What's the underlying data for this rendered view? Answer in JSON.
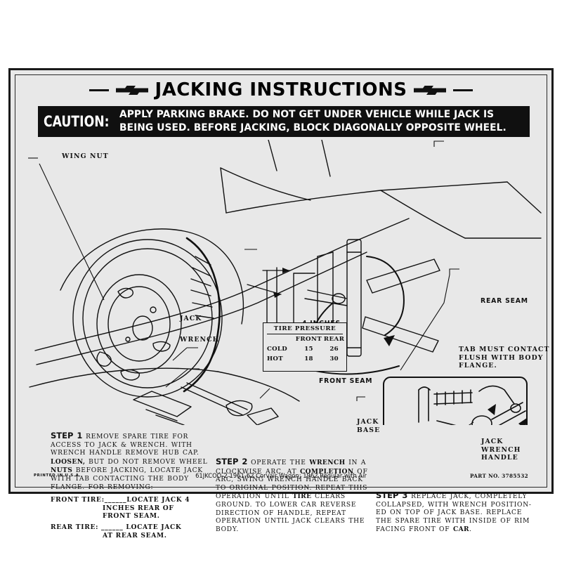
{
  "label": {
    "title": "JACKING INSTRUCTIONS",
    "logo_icon": "chevrolet-bowtie-icon",
    "caution": {
      "word": "CAUTION:",
      "line1": "APPLY PARKING BRAKE. DO NOT GET UNDER  VEHICLE WHILE JACK IS",
      "line2": "BEING USED. BEFORE JACKING, BLOCK DIAGONALLY OPPOSITE WHEEL."
    },
    "callouts": {
      "wing_nut": "WING NUT",
      "jack": "JACK",
      "wrench": "WRENCH",
      "four_inches": "4 INCHES",
      "front_seam": "FRONT SEAM",
      "rear_seam": "REAR SEAM",
      "tab_flush_l1": "TAB MUST CONTACT",
      "tab_flush_l2": "FLUSH WITH BODY",
      "tab_flush_l3": "FLANGE.",
      "jack_base_l1": "JACK",
      "jack_base_l2": "BASE",
      "jack_wrench_l1": "JACK",
      "jack_wrench_l2": "WRENCH",
      "jack_wrench_l3": "HANDLE"
    },
    "tire_pressure": {
      "title": "TIRE PRESSURE",
      "columns": [
        "",
        "FRONT",
        "REAR"
      ],
      "rows": [
        {
          "label": "COLD",
          "front": "15",
          "rear": "26"
        },
        {
          "label": "HOT",
          "front": "18",
          "rear": "30"
        }
      ]
    },
    "steps": {
      "step1": {
        "num": "STEP 1",
        "l1": "REMOVE SPARE TIRE FOR",
        "l2": "ACCESS TO JACK & WRENCH. WITH",
        "l3": "WRENCH HANDLE REMOVE HUB CAP.",
        "l4a": "LOOSEN,",
        "l4b": " BUT DO NOT REMOVE WHEEL",
        "l5a": "NUTS",
        "l5b": " BEFORE JACKING, LOCATE JACK",
        "l6": "WITH TAB CONTACTING THE BODY",
        "l7": "FLANGE.  FOR REMOVING:",
        "front_label": "FRONT TIRE:______",
        "front_v1": "LOCATE JACK 4",
        "front_v2": "INCHES REAR OF",
        "front_v3": "FRONT SEAM.",
        "rear_label": "REAR TIRE: ______",
        "rear_v1": "LOCATE JACK",
        "rear_v2": "AT REAR SEAM."
      },
      "step2": {
        "num": "STEP 2",
        "l1a": "OPERATE THE ",
        "l1b": "WRENCH",
        "l1c": " IN A",
        "l2a": "CLOCKWISE ARC, AT ",
        "l2b": "COMPLETION",
        "l2c": " OF",
        "l3": "ARC, SWING WRENCH HANDLE BACK",
        "l4": "TO ORIGINAL POSITION. REPEAT THIS",
        "l5a": "OPERATION UNTIL ",
        "l5b": "TIRE",
        "l5c": " CLEARS",
        "l6": "GROUND.  TO LOWER CAR REVERSE",
        "l7": "DIRECTION OF HANDLE, REPEAT",
        "l8": "OPERATION UNTIL JACK CLEARS THE",
        "l9": "BODY."
      },
      "step3": {
        "num": "STEP 3",
        "l1": "REPLACE JACK, COMPLETELY",
        "l2": "COLLAPSED, WITH WRENCH POSITION-",
        "l3": "ED ON TOP OF JACK BASE.  REPLACE",
        "l4": "THE SPARE TIRE WITH INSIDE OF RIM",
        "l5a": "FACING FRONT OF ",
        "l5b": "CAR",
        "l5c": "."
      }
    },
    "footer": {
      "printed": "PRINTED IN U.S.A.",
      "center": "61JKCOO-2  1961-62 Corvair Wagon; 1962 Regular with Air",
      "part": "PART NO.  3785532"
    },
    "colors": {
      "paper": "#e8e8e8",
      "ink": "#111111",
      "caution_bg": "#101010"
    }
  }
}
